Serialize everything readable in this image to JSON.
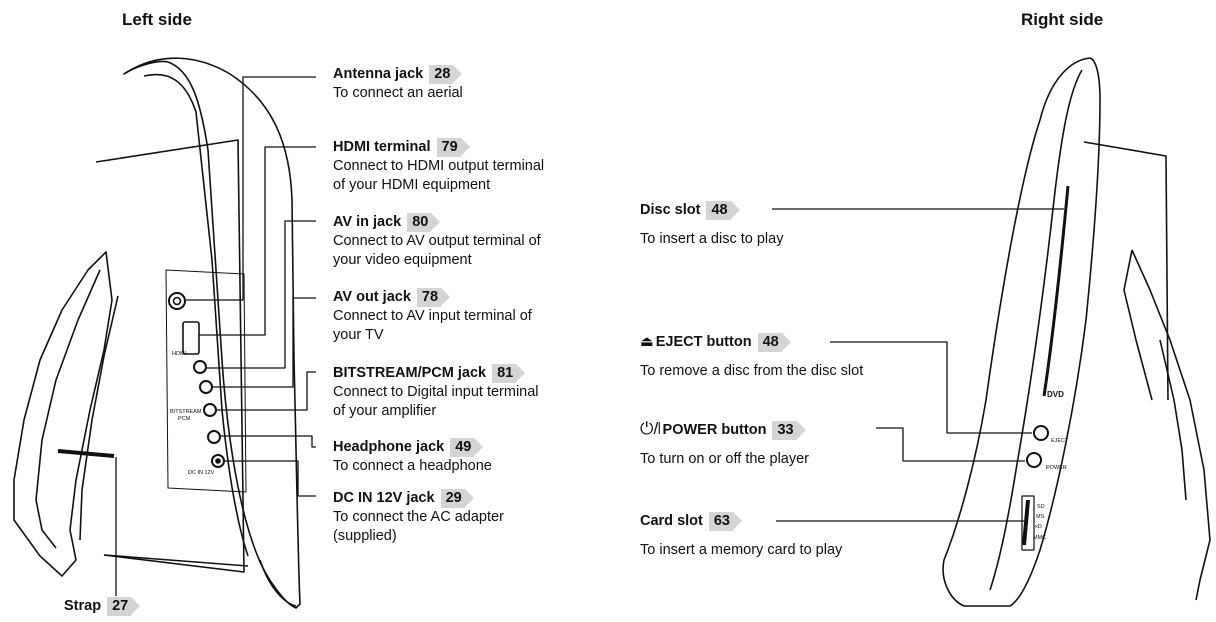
{
  "titles": {
    "left": "Left side",
    "right": "Right side"
  },
  "left_labels": [
    {
      "title": "Antenna jack",
      "page": "28",
      "desc": [
        "To connect an aerial"
      ]
    },
    {
      "title": "HDMI terminal",
      "page": "79",
      "desc": [
        "Connect to HDMI output terminal",
        "of your HDMI equipment"
      ]
    },
    {
      "title": "AV in jack",
      "page": "80",
      "desc": [
        "Connect to AV output terminal of",
        "your video equipment"
      ]
    },
    {
      "title": "AV out jack",
      "page": "78",
      "desc": [
        "Connect to AV input terminal of",
        "your TV"
      ]
    },
    {
      "title": "BITSTREAM/PCM jack",
      "page": "81",
      "desc": [
        "Connect to Digital input terminal",
        "of your amplifier"
      ]
    },
    {
      "title": "Headphone jack",
      "page": "49",
      "desc": [
        "To connect a headphone"
      ]
    },
    {
      "title": "DC IN 12V jack",
      "page": "29",
      "desc": [
        "To connect the AC adapter",
        "(supplied)"
      ]
    }
  ],
  "strap": {
    "title": "Strap",
    "page": "27"
  },
  "right_labels": [
    {
      "title": "Disc slot",
      "page": "48",
      "desc": [
        "To insert a disc to play"
      ]
    },
    {
      "symbol": "⏏",
      "title": "EJECT button",
      "page": "48",
      "desc": [
        "To remove a disc from the disc slot"
      ]
    },
    {
      "symbol": "⏻/❘",
      "title": "POWER button",
      "page": "33",
      "desc": [
        "To turn on or off the player"
      ]
    },
    {
      "title": "Card slot",
      "page": "63",
      "desc": [
        "To insert a memory card to play"
      ]
    }
  ],
  "device_markings": {
    "left_panel": [
      "HDMI",
      "BITSTREAM",
      "PCM",
      "DC IN 12V"
    ],
    "right_panel": [
      "EJECT",
      "POWER",
      "DVD",
      "SD",
      "MS",
      "xD",
      "MMC"
    ]
  }
}
